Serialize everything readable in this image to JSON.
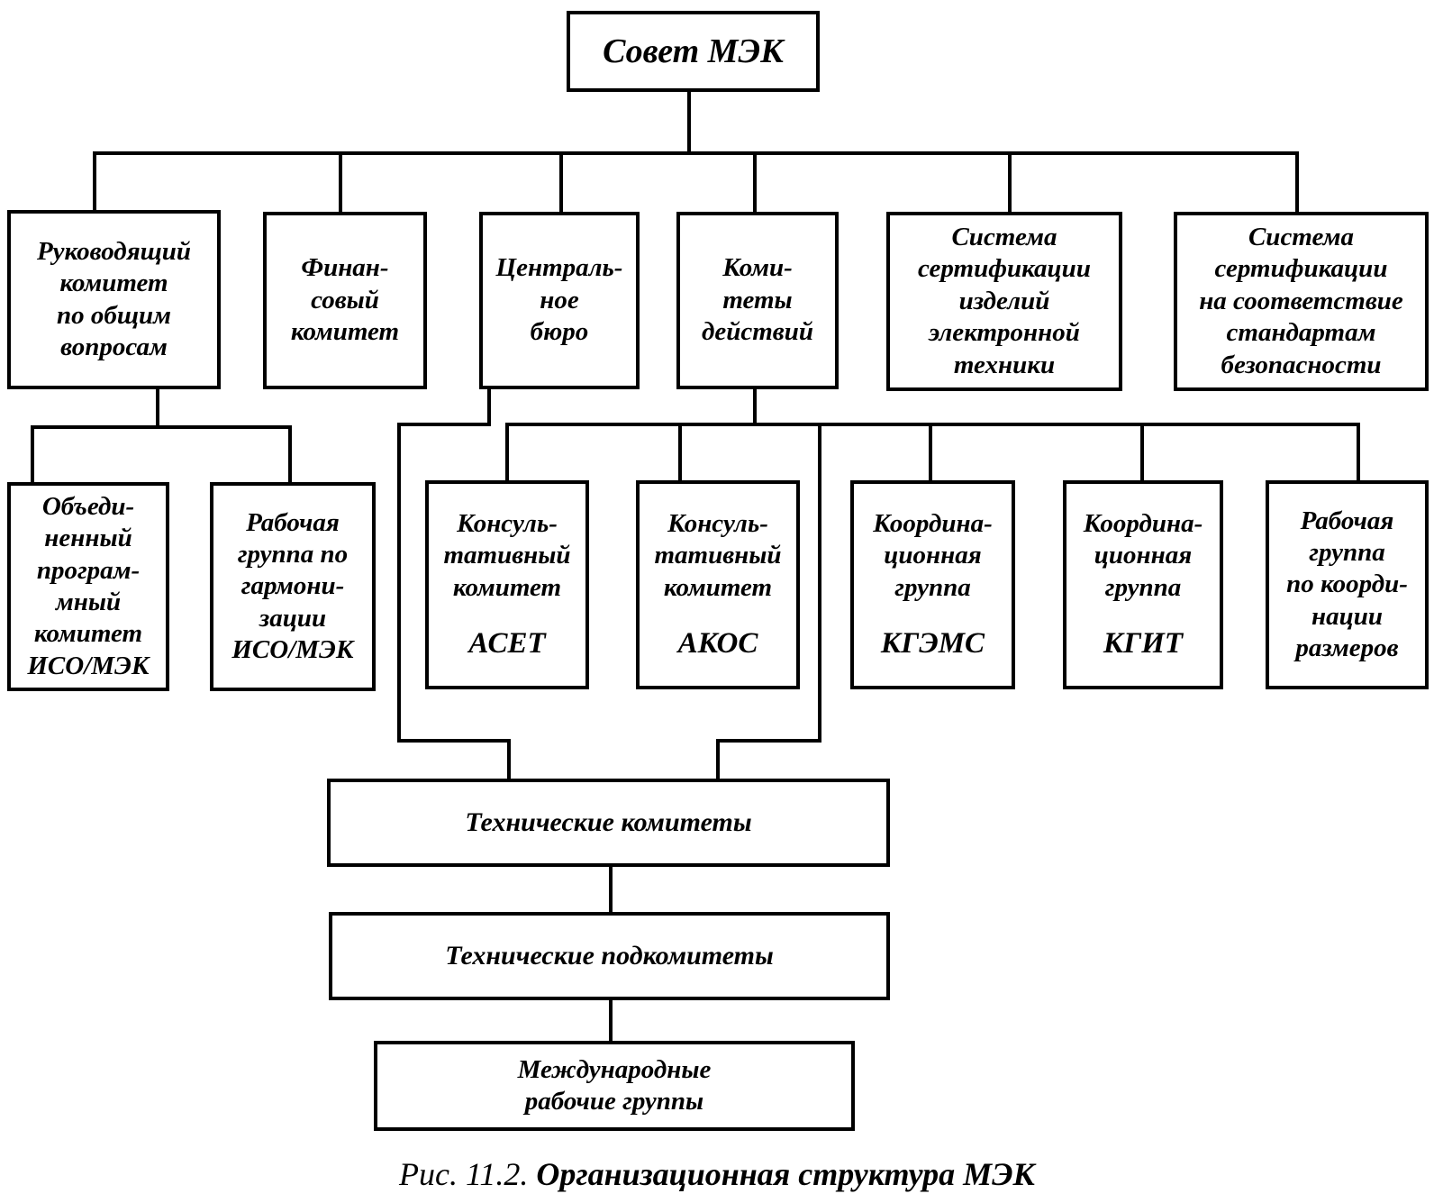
{
  "nodes": {
    "council": "Совет   МЭК",
    "steering": "Руководящий\nкомитет\nпо общим\nвопросам",
    "finance": "Финан-\nсовый\nкомитет",
    "central": "Централь-\nное\nбюро",
    "action": "Коми-\nтеты\nдействий",
    "cert_electronic": "Система\nсертификации\nизделий\nэлектронной\nтехники",
    "cert_safety": "Система\nсертификации\nна соответствие\nстандартам\nбезопасности",
    "joint": "Объеди-\nненный\nпрограм-\nмный\nкомитет\nИСО/МЭК",
    "harmonization": "Рабочая\nгруппа по\nгармони-\nзации\nИСО/МЭК",
    "aset": {
      "text": "Консуль-\nтативный\nкомитет",
      "code": "АСЕТ"
    },
    "akos": {
      "text": "Консуль-\nтативный\nкомитет",
      "code": "АКОС"
    },
    "kgems": {
      "text": "Координа-\nционная\nгруппа",
      "code": "КГЭМС"
    },
    "kgit": {
      "text": "Координа-\nционная\nгруппа",
      "code": "КГИТ"
    },
    "dimensions": "Рабочая\nгруппа\nпо коорди-\nнации\nразмеров",
    "tech_committees": "Технические комитеты",
    "tech_subcommittees": "Технические подкомитеты",
    "intl_groups": "Международные\nрабочие группы"
  },
  "caption": {
    "prefix": "Рис. 11.2.",
    "title": "Организационная структура МЭК"
  }
}
